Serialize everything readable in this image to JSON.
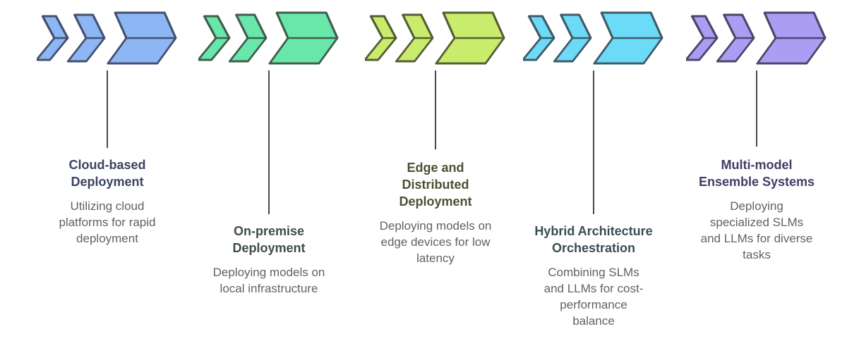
{
  "figure": {
    "background": "#ffffff",
    "connector_color": "#45494c",
    "description_color": "#5e6266"
  },
  "steps": [
    {
      "title": "Cloud-based\nDeployment",
      "description": "Utilizing cloud\nplatforms for rapid\ndeployment",
      "icon": "chevron-arrows-icon",
      "colors": {
        "fill": "#8db6f5",
        "stroke": "#44506e",
        "title": "#3b4263"
      }
    },
    {
      "title": "On-premise\nDeployment",
      "description": "Deploying models on\nlocal infrastructure",
      "icon": "chevron-arrows-icon",
      "colors": {
        "fill": "#69e7ab",
        "stroke": "#3f5e4d",
        "title": "#3e4d46"
      }
    },
    {
      "title": "Edge and\nDistributed\nDeployment",
      "description": "Deploying models on\nedge devices for low\nlatency",
      "icon": "chevron-arrows-icon",
      "colors": {
        "fill": "#c9ec6d",
        "stroke": "#565e33",
        "title": "#4b5032"
      }
    },
    {
      "title": "Hybrid Architecture\nOrchestration",
      "description": "Combining SLMs\nand LLMs for cost-\nperformance\nbalance",
      "icon": "chevron-arrows-icon",
      "colors": {
        "fill": "#6cdbf7",
        "stroke": "#3e5a69",
        "title": "#394d53"
      }
    },
    {
      "title": "Multi-model\nEnsemble Systems",
      "description": "Deploying\nspecialized SLMs\nand LLMs for diverse\ntasks",
      "icon": "chevron-arrows-icon",
      "colors": {
        "fill": "#ac9df4",
        "stroke": "#4b4769",
        "title": "#423c66"
      }
    }
  ]
}
